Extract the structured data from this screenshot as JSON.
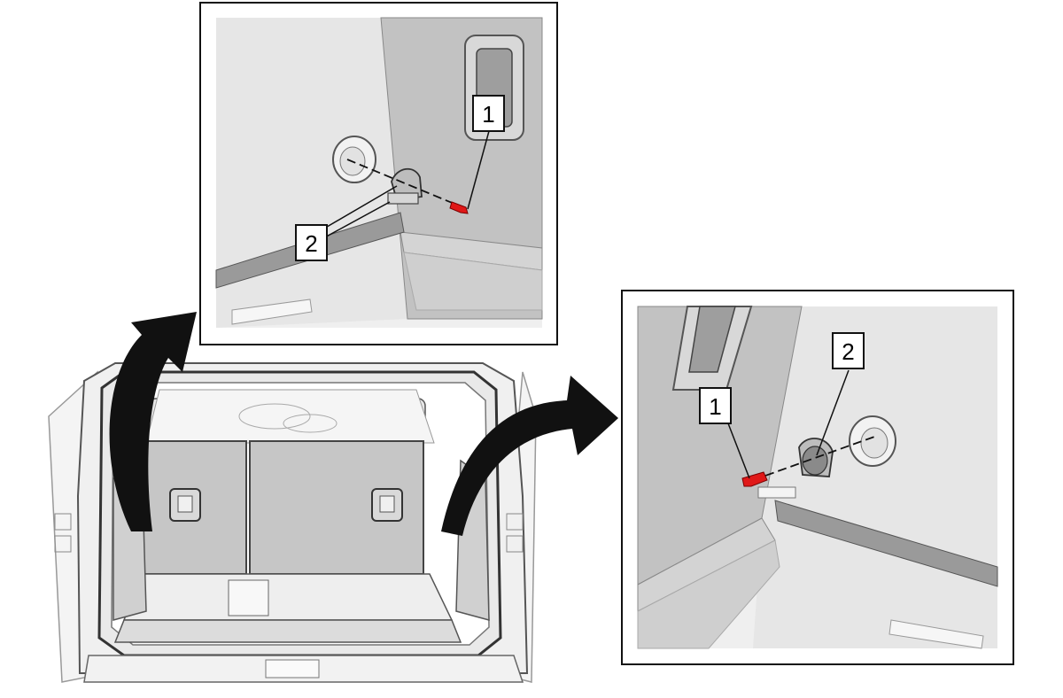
{
  "callouts": {
    "left_1": "1",
    "left_2": "2",
    "right_1": "1",
    "right_2": "2"
  },
  "colors": {
    "fastener": "#e01818",
    "panel_dark": "#bdbdbd",
    "panel_light": "#e8e8e8",
    "outline": "#111111"
  }
}
